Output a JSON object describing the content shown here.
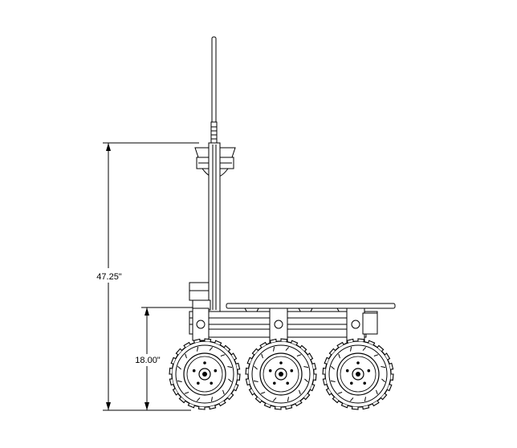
{
  "dimensions": {
    "overall_height_label": "47.25\"",
    "deck_height_label": "18.00\""
  },
  "wheels": [
    {
      "name": "front-wheel"
    },
    {
      "name": "middle-wheel"
    },
    {
      "name": "rear-wheel"
    }
  ]
}
